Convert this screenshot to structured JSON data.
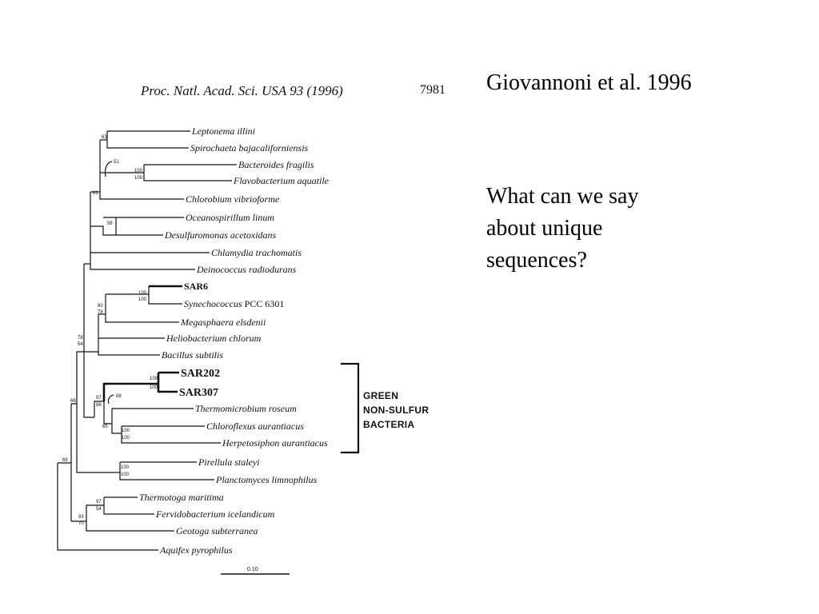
{
  "paper_header": "Proc. Natl. Acad. Sci. USA 93 (1996)",
  "page_number": "7981",
  "citation": "Giovannoni et al. 1996",
  "question": "What can we say\nabout unique\nsequences?",
  "group_label": [
    "GREEN",
    "NON-SULFUR",
    "BACTERIA"
  ],
  "scale_bar_label": "0.10",
  "taxa": [
    {
      "name": "Leptonema illini"
    },
    {
      "name": "Spirochaeta bajacaliforniensis"
    },
    {
      "name": "Bacteroides fragilis"
    },
    {
      "name": "Flavobacterium aquatile"
    },
    {
      "name": "Chlorobium vibrioforme"
    },
    {
      "name": "Oceanospirillum linum"
    },
    {
      "name": "Desulfuromonas acetoxidans"
    },
    {
      "name": "Chlamydia trachomatis"
    },
    {
      "name": "Deinococcus radiodurans"
    },
    {
      "name": "SAR6"
    },
    {
      "name": "Synechococcus",
      "suffix": " PCC 6301"
    },
    {
      "name": "Megasphaera elsdenii"
    },
    {
      "name": "Heliobacterium chlorum"
    },
    {
      "name": "Bacillus subtilis"
    },
    {
      "name": "SAR202"
    },
    {
      "name": "SAR307"
    },
    {
      "name": "Thermomicrobium roseum"
    },
    {
      "name": "Chloroflexus aurantiacus"
    },
    {
      "name": "Herpetosiphon aurantiacus"
    },
    {
      "name": "Pirellula staleyi"
    },
    {
      "name": "Planctomyces limnophilus"
    },
    {
      "name": "Thermotoga maritima"
    },
    {
      "name": "Fervidobacterium icelandicum"
    },
    {
      "name": "Geotoga subterranea"
    },
    {
      "name": "Aquifex pyrophilus"
    }
  ],
  "bootstrap_values": [
    "63",
    "51",
    "100",
    "100",
    "81",
    "98",
    "100",
    "100",
    "80",
    "78",
    "78",
    "54",
    "100",
    "100",
    "97",
    "88",
    "68",
    "65",
    "100",
    "100",
    "66",
    "100",
    "100",
    "69",
    "97",
    "54",
    "93",
    "70"
  ]
}
